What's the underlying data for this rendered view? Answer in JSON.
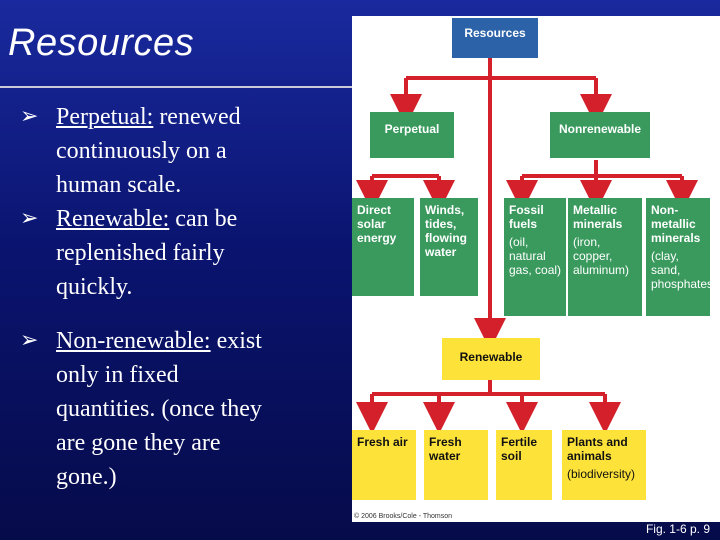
{
  "slide": {
    "title": "Resources",
    "figure_ref": "Fig. 1-6 p. 9",
    "bullets": [
      {
        "term": "Perpetual:",
        "lines": [
          " renewed",
          "continuously on a",
          "human scale."
        ]
      },
      {
        "term": "Renewable:",
        "lines": [
          " can be",
          "replenished fairly",
          "quickly."
        ]
      },
      {
        "term": "Non-renewable:",
        "lines": [
          " exist",
          "only in fixed",
          "quantities. (once they",
          "are gone they are",
          "gone.)"
        ]
      }
    ]
  },
  "diagram": {
    "root": "Resources",
    "perpetual": "Perpetual",
    "nonrenewable": "Nonrenewable",
    "renewable": "Renewable",
    "perpetual_items": [
      {
        "title": "Direct solar energy"
      },
      {
        "title": "Winds, tides, flowing water"
      }
    ],
    "nonrenewable_items": [
      {
        "title": "Fossil fuels",
        "detail": "(oil, natural gas, coal)"
      },
      {
        "title": "Metallic minerals",
        "detail": "(iron, copper, aluminum)"
      },
      {
        "title": "Non-metallic minerals",
        "detail": "(clay, sand, phosphates)"
      }
    ],
    "renewable_items": [
      {
        "title": "Fresh air"
      },
      {
        "title": "Fresh water"
      },
      {
        "title": "Fertile soil"
      },
      {
        "title": "Plants and animals",
        "detail": "(biodiversity)"
      }
    ],
    "credit": "© 2006 Brooks/Cole - Thomson",
    "colors": {
      "perpetual": "#3a9a5e",
      "resources": "#2b62a8",
      "renewable": "#fde23a",
      "connector": "#d3202b"
    }
  }
}
